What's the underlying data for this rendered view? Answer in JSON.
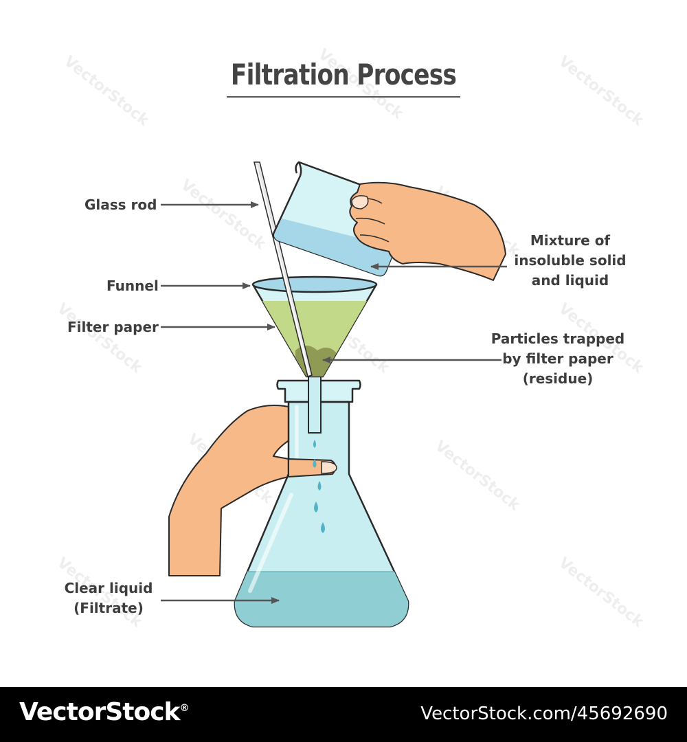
{
  "title": "Filtration Process",
  "labels": {
    "glass_rod": "Glass rod",
    "funnel": "Funnel",
    "filter_paper": "Filter paper",
    "mixture": [
      "Mixture of",
      "insoluble solid",
      "and liquid"
    ],
    "residue": [
      "Particles trapped",
      "by filter paper",
      "(residue)"
    ],
    "filtrate": [
      "Clear liquid",
      "(Filtrate)"
    ]
  },
  "watermark": "VectorStock",
  "footer": {
    "brand": "VectorStock",
    "registered": "®",
    "url": "VectorStock.com/45692690"
  },
  "colors": {
    "glass": "#c9eef2",
    "glass_outline": "#2a2a2a",
    "filtrate": "#8fcfd4",
    "mixture": "#c2d98a",
    "residue": "#8f9b55",
    "skin": "#f7b987",
    "label_text": "#3d3d3d"
  }
}
